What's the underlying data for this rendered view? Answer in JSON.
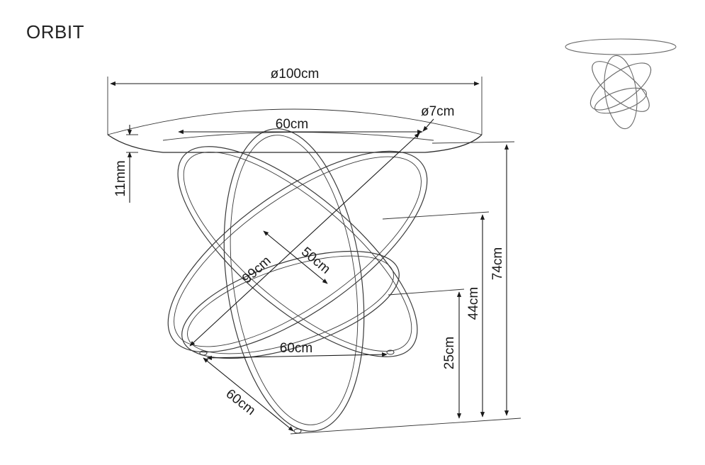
{
  "product": {
    "name": "ORBIT"
  },
  "dimensions": {
    "top_diameter": "ø100cm",
    "tube_diameter": "ø7cm",
    "inner_width_top": "60cm",
    "glass_thickness": "11mm",
    "diagonal": "99cm",
    "ring_width": "50cm",
    "base_width": "60cm",
    "base_depth": "60cm",
    "total_height": "74cm",
    "mid_height": "44cm",
    "low_height": "25cm"
  },
  "colors": {
    "line": "#1a1a1a",
    "frame": "#3a3a3a",
    "thumbnail": "#6a6a6a"
  }
}
